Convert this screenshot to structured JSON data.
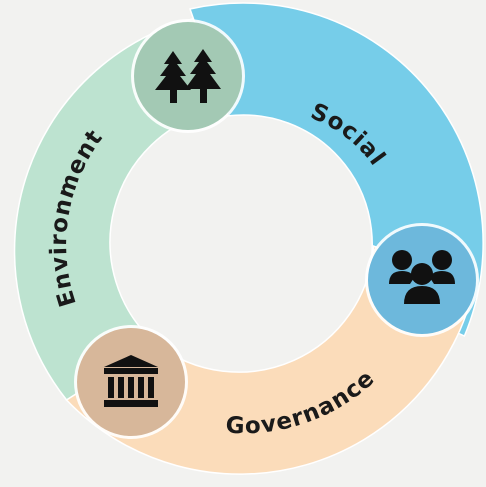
{
  "diagram": {
    "colors": {
      "background": "#f2f2f0",
      "environment": "#bde3d0",
      "social": "#76cde9",
      "governance": "#fbdcba",
      "environment_badge": "#a3c9b4",
      "social_badge": "#6db8dc",
      "governance_badge": "#d7b79a",
      "icon": "#111111"
    },
    "segments": [
      {
        "id": "environment",
        "label": "Environment",
        "icon": "trees-icon"
      },
      {
        "id": "social",
        "label": "Social",
        "icon": "people-icon"
      },
      {
        "id": "governance",
        "label": "Governance",
        "icon": "bank-icon"
      }
    ]
  }
}
